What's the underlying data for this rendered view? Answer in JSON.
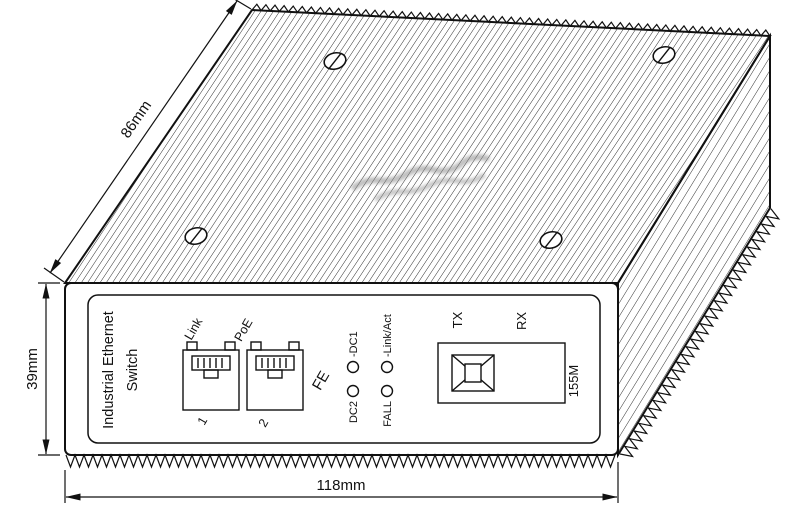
{
  "drawing": {
    "dim_depth": "86mm",
    "dim_height": "39mm",
    "dim_width": "118mm"
  },
  "panel": {
    "brand_line1": "Industrial Ethernet",
    "brand_line2": "Switch",
    "link_label": "Link",
    "poe_label": "PoE",
    "port1_number": "1",
    "port2_number": "2",
    "fe_label": "FE",
    "led_dc1": "-DC1",
    "led_link_act": "-Link/Act",
    "led_dc2": "DC2",
    "led_fall": "FALL",
    "tx_label": "TX",
    "rx_label": "RX",
    "speed_label": "155M"
  },
  "colors": {
    "line": "#111111",
    "background": "#ffffff"
  }
}
